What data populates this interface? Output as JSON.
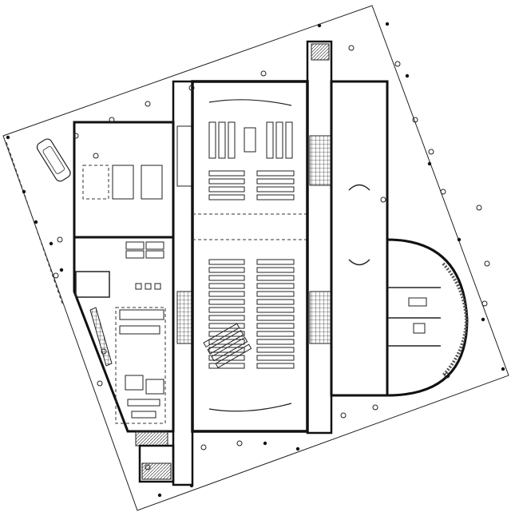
{
  "drawing": {
    "type": "architectural-floor-plan",
    "text_labels": [],
    "colors": {
      "background": "#ffffff",
      "wall": "#111111",
      "line": "#222222",
      "dash": "#333333",
      "hatch": "#444444",
      "glass": "#dddddd"
    },
    "elements": {
      "site_boundary": "dashed-polygon",
      "trees": "small-circle-symbols",
      "bollards": "filled-dots",
      "parked_car": "car-symbol",
      "main_hall": "rectangular-hall",
      "lobby_gallery": "long-corridor",
      "curved_wing": "semicircular-apse",
      "stair_cores": "hatched-stairs",
      "seating": "bench-rows",
      "plant_rooms": "equipment-rooms"
    }
  }
}
